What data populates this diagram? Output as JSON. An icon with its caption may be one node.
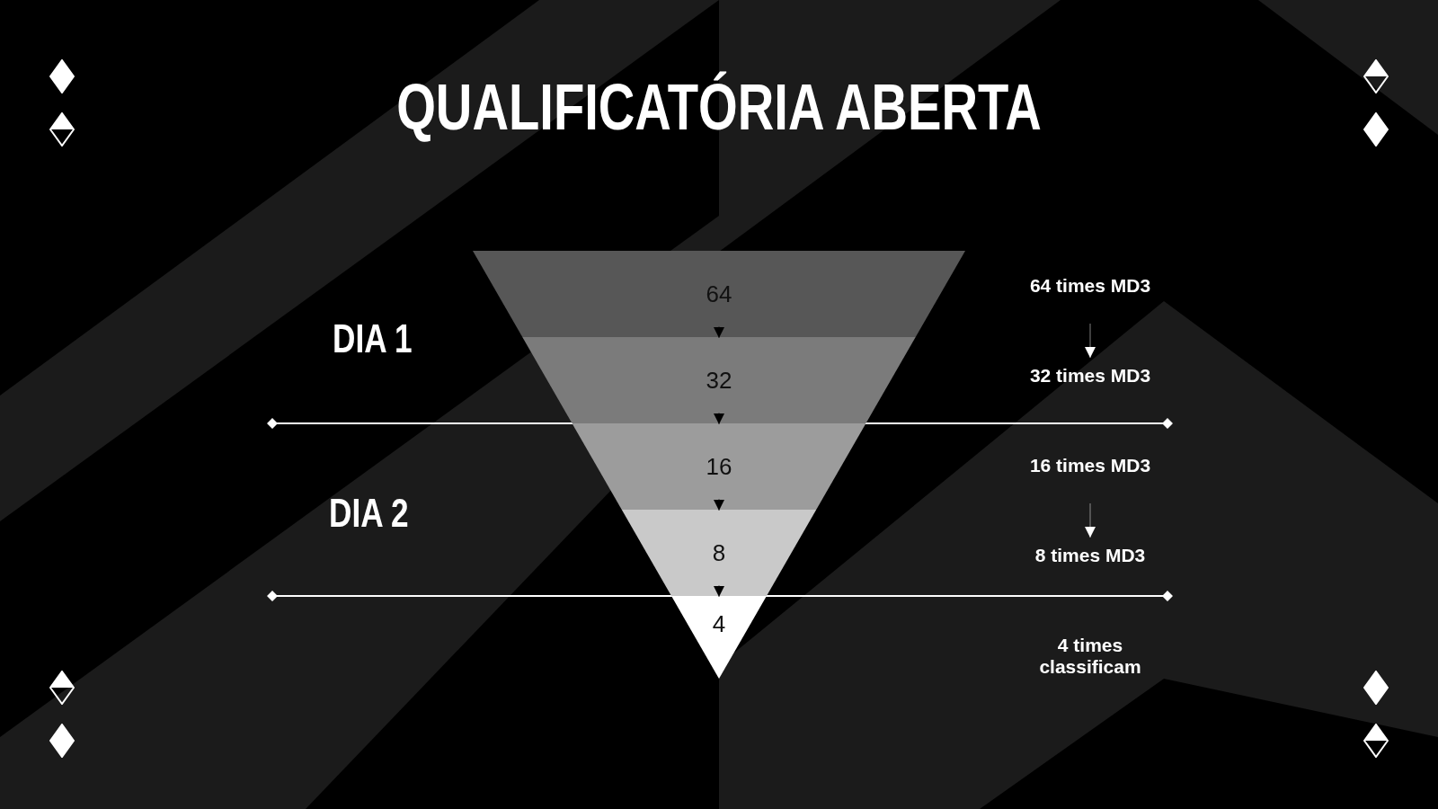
{
  "diagram": {
    "title": "QUALIFICATÓRIA ABERTA",
    "nodes": [
      {
        "text": [
          "64"
        ]
      },
      {
        "text": [
          "32"
        ]
      },
      {
        "text": [
          "16"
        ]
      },
      {
        "text": [
          "8"
        ]
      },
      {
        "text": [
          "4"
        ]
      },
      {
        "text": [
          "64 times MD3"
        ]
      },
      {
        "text": [
          "32 times MD3"
        ]
      },
      {
        "text": [
          "16 times MD3"
        ]
      },
      {
        "text": [
          "8 times MD3"
        ]
      },
      {
        "text": [
          "4 times classificam"
        ]
      }
    ],
    "edges": [
      {
        "from": 0,
        "to": 1,
        "arrow": "to"
      },
      {
        "from": 1,
        "to": 2,
        "arrow": "to"
      },
      {
        "from": 2,
        "to": 3,
        "arrow": "to"
      },
      {
        "from": 3,
        "to": 4,
        "arrow": "to"
      },
      {
        "from": 5,
        "to": 6,
        "arrow": "to",
        "color": "#ffffff"
      },
      {
        "from": 7,
        "to": 8,
        "arrow": "to",
        "color": "#ffffff"
      }
    ],
    "labels": [
      "DIA 1",
      "DIA 2"
    ]
  }
}
